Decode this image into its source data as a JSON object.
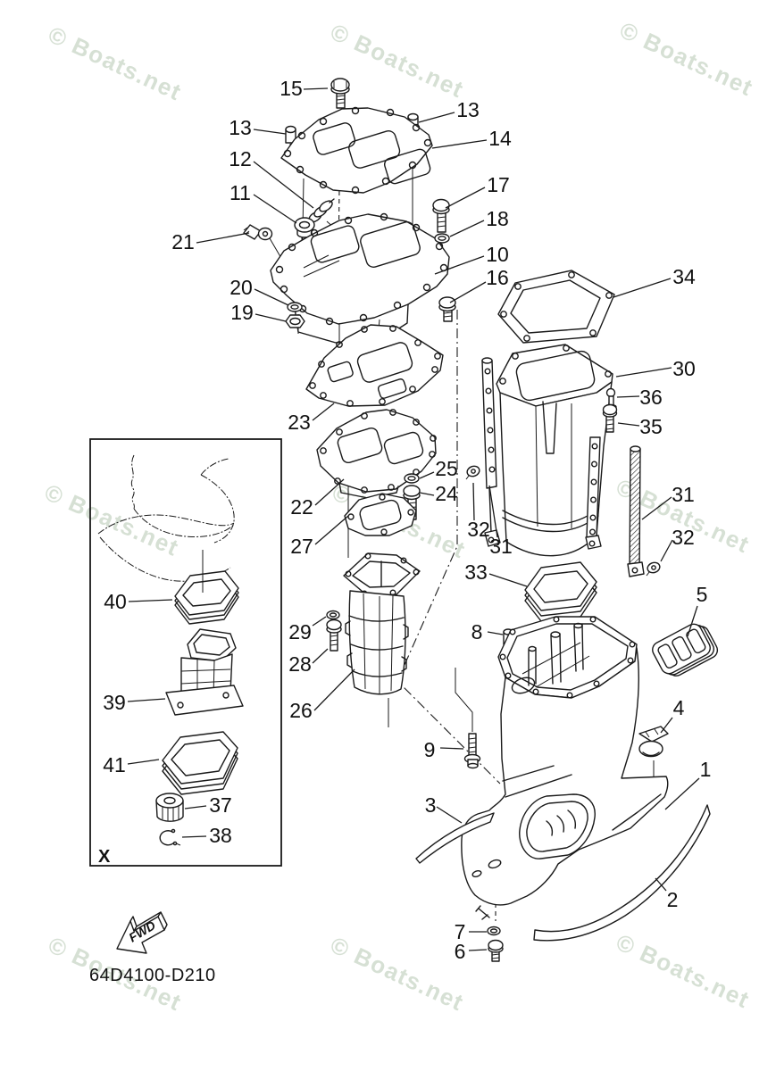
{
  "watermark": "© Boats.net",
  "figure": {
    "drawing_code": "64D4100-D210",
    "fwd_label": "FWD",
    "inset_label": "X"
  },
  "callouts": {
    "1": "1",
    "2": "2",
    "3": "3",
    "4": "4",
    "5": "5",
    "6": "6",
    "7": "7",
    "8": "8",
    "9": "9",
    "10": "10",
    "11": "11",
    "12": "12",
    "13": "13",
    "14": "14",
    "15": "15",
    "16": "16",
    "17": "17",
    "18": "18",
    "19": "19",
    "20": "20",
    "21": "21",
    "22": "22",
    "23": "23",
    "24": "24",
    "25": "25",
    "26": "26",
    "27": "27",
    "28": "28",
    "29": "29",
    "30": "30",
    "31": "31",
    "32": "32",
    "33": "33",
    "34": "34",
    "35": "35",
    "36": "36",
    "37": "37",
    "38": "38",
    "39": "39",
    "40": "40",
    "41": "41"
  },
  "colors": {
    "line": "#1a1a1a",
    "watermark": "#d6e0d4",
    "background": "#ffffff"
  }
}
